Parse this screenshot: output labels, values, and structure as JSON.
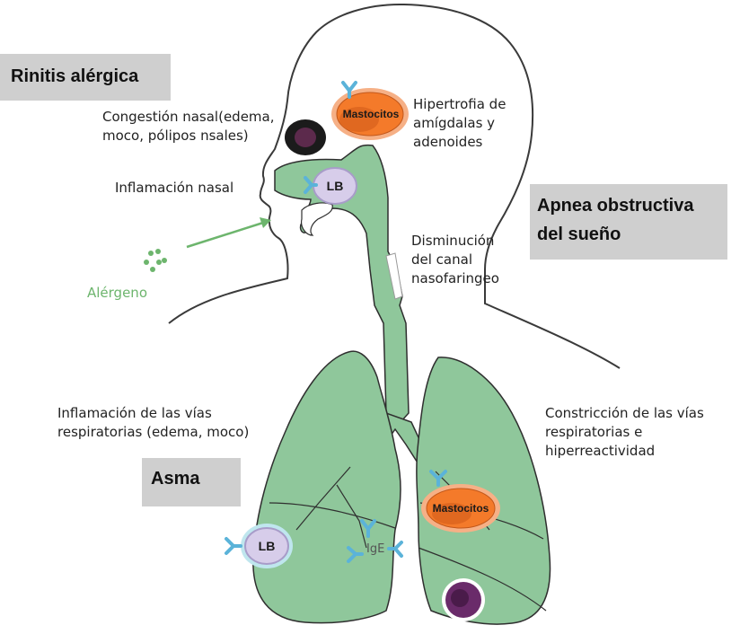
{
  "titles": {
    "rinitis": "Rinitis alérgica",
    "apnea": "Apnea obstructiva\ndel sueño",
    "asma": "Asma"
  },
  "labels": {
    "congestion": "Congestión nasal(edema,\nmoco, pólipos nsales)",
    "hipertrofia": "Hipertrofia de\namígdalas y\nadenoides",
    "inflamacion_nasal": "Inflamación nasal",
    "disminucion": "Disminución\ndel canal\nnasofaringeo",
    "alergeno": "Alérgeno",
    "inflamacion_vias": "Inflamación de las vías\nrespiratorias (edema, moco)",
    "constriccion": "Constricción de las vías\nrespiratorias e\nhiperreactividad"
  },
  "cells": {
    "mastocitos_top": "Mastocitos",
    "lb_nasal": "LB",
    "mastocitos_lung": "Mastocitos",
    "lb_lung": "LB",
    "ige": "IgE"
  },
  "colors": {
    "airway_green": "#8fc79b",
    "outline": "#3a3a3a",
    "mast_orange": "#f47a2a",
    "lb_purple": "#c9bde0",
    "antibody_blue": "#5bb3d9",
    "alergeno_green": "#6db56d",
    "title_box": "#cfcfcf"
  }
}
